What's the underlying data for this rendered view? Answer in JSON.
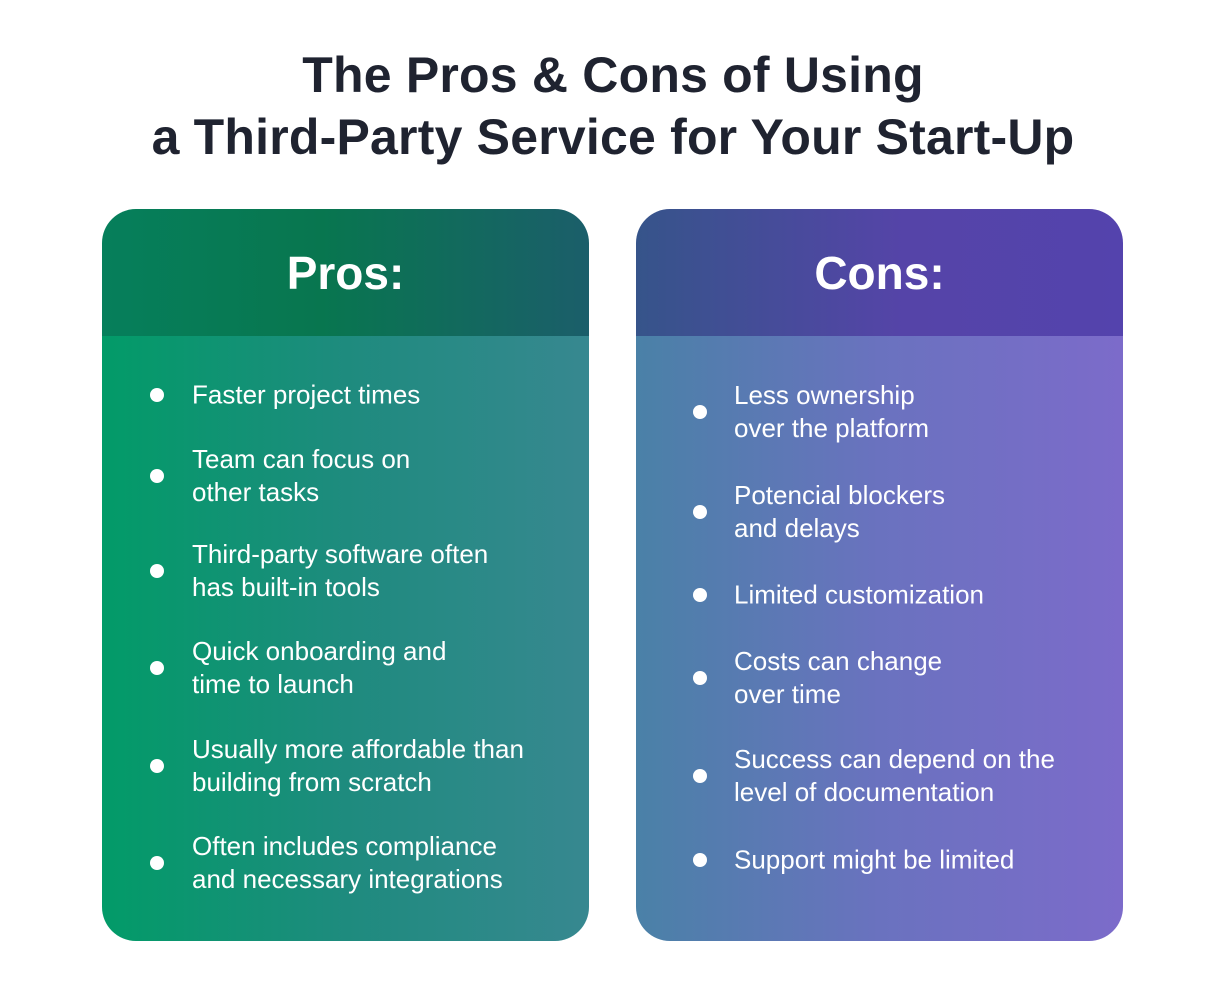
{
  "title": {
    "line1": "The Pros & Cons of Using",
    "line2": "a Third-Party Service for Your Start-Up"
  },
  "pros": {
    "heading": "Pros:",
    "items": [
      {
        "lines": [
          "Faster project times"
        ]
      },
      {
        "lines": [
          "Team can focus on",
          "other tasks"
        ]
      },
      {
        "lines": [
          "Third-party software often",
          "has built-in tools"
        ]
      },
      {
        "lines": [
          "Quick onboarding and",
          "time to launch"
        ]
      },
      {
        "lines": [
          "Usually more affordable than",
          "building from scratch"
        ]
      },
      {
        "lines": [
          "Often includes compliance",
          "and necessary integrations"
        ]
      }
    ]
  },
  "cons": {
    "heading": "Cons:",
    "items": [
      {
        "lines": [
          "Less ownership",
          "over the platform"
        ]
      },
      {
        "lines": [
          "Potencial blockers",
          "and delays"
        ]
      },
      {
        "lines": [
          "Limited customization"
        ]
      },
      {
        "lines": [
          "Costs can change",
          "over time"
        ]
      },
      {
        "lines": [
          "Success can depend on the",
          "level of documentation"
        ]
      },
      {
        "lines": [
          "Support might be limited"
        ]
      }
    ]
  },
  "colors": {
    "title_text": "#1f2330",
    "pros_header": "#08764f",
    "pros_body": "#1e8b7e",
    "cons_header": "#5544a8",
    "cons_body": "#6a72bf",
    "item_text": "#ffffff"
  },
  "icons": {
    "bullet": "bullet-dot-icon"
  }
}
